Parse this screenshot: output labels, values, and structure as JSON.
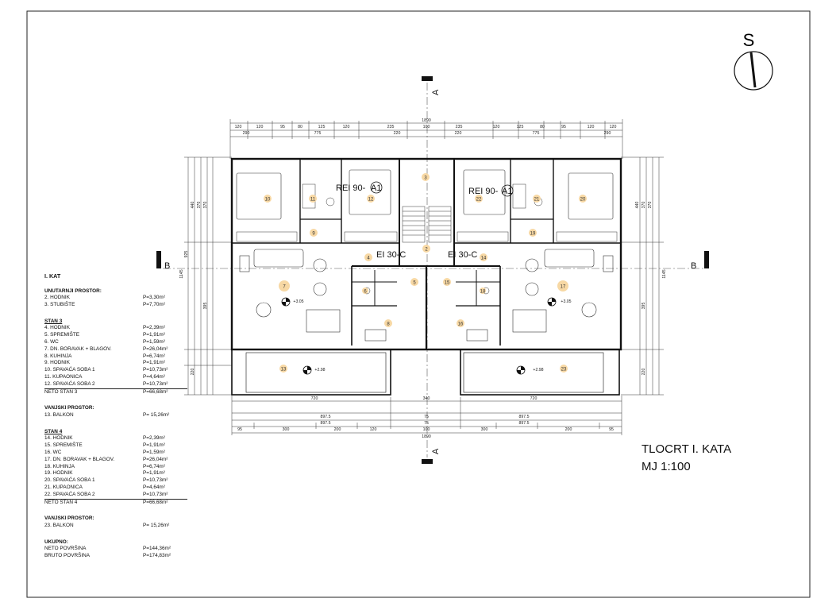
{
  "north": {
    "letter": "S"
  },
  "sections": {
    "a": "A",
    "b": "B"
  },
  "title": {
    "line1": "TLOCRT I. KATA",
    "line2": "MJ 1:100"
  },
  "fire_labels": [
    "REI 90-",
    "A1",
    "EI 30-C",
    "EI 30-C",
    "REI 90-",
    "A1"
  ],
  "rooms": [
    "10",
    "11",
    "12",
    "3",
    "22",
    "21",
    "20",
    "9",
    "2",
    "19",
    "14",
    "4",
    "5",
    "15",
    "7",
    "8",
    "16",
    "17",
    "13",
    "23",
    "6",
    "18"
  ],
  "levels": [
    "+3.05",
    "+3.05",
    "+2.98",
    "+2.98"
  ],
  "dims": {
    "top_total": "1890",
    "top_row": [
      "120",
      "120",
      "95",
      "80",
      "125",
      "120",
      "235",
      "100",
      "235",
      "120",
      "125",
      "80",
      "95",
      "120",
      "120"
    ],
    "top_row2": [
      "290",
      "775",
      "220",
      "220",
      "775",
      "290"
    ],
    "bottom_row": [
      "720",
      "340",
      "720"
    ],
    "bottom_row2": [
      "897.5",
      "75",
      "897.5",
      "897.5",
      "75",
      "897.5"
    ],
    "bottom_row3": [
      "95",
      "300",
      "200",
      "120",
      "100",
      "300",
      "200",
      "95"
    ],
    "bottom_total": "1890",
    "side_left": [
      "440",
      "370",
      "370",
      "925",
      "1145",
      "395",
      "220"
    ],
    "side_right": [
      "370",
      "370",
      "440",
      "1145",
      "395",
      "220"
    ]
  },
  "legend": {
    "title": "I. KAT",
    "groups": [
      {
        "heading": "UNUTARNJI PROSTOR:",
        "underline": false,
        "rows": [
          {
            "name": "2. HODNIK",
            "value": "P=3,30m²"
          },
          {
            "name": "3. STUBIŠTE",
            "value": "P=7,70m²"
          }
        ]
      },
      {
        "heading": "STAN 3",
        "underline": true,
        "rows": [
          {
            "name": "4. HODNIK",
            "value": "P=2,39m²"
          },
          {
            "name": "5. SPREMIŠTE",
            "value": "P=1,91m²"
          },
          {
            "name": "6. WC",
            "value": "P=1,59m²"
          },
          {
            "name": "7. DN. BORAVAK + BLAGOV.",
            "value": "P=26,04m²"
          },
          {
            "name": "8. KUHINJA",
            "value": "P=6,74m²"
          },
          {
            "name": "9. HODNIK",
            "value": "P=1,91m²"
          },
          {
            "name": "10. SPAVAĆA SOBA 1",
            "value": "P=10,73m²"
          },
          {
            "name": "11. KUPAONICA",
            "value": "P=4,64m²"
          },
          {
            "name": "12. SPAVAĆA SOBA 2",
            "value": "P=10,73m²"
          }
        ],
        "total": {
          "name": "NETO STAN 3",
          "value": "P=66,68m²"
        }
      },
      {
        "heading": "VANJSKI PROSTOR:",
        "underline": false,
        "rows": [
          {
            "name": "13. BALKON",
            "value": "P= 15,26m²"
          }
        ]
      },
      {
        "heading": "STAN 4",
        "underline": true,
        "rows": [
          {
            "name": "14. HODNIK",
            "value": "P=2,39m²"
          },
          {
            "name": "15. SPREMIŠTE",
            "value": "P=1,91m²"
          },
          {
            "name": "16. WC",
            "value": "P=1,59m²"
          },
          {
            "name": "17. DN. BORAVAK + BLAGOV.",
            "value": "P=26,04m²"
          },
          {
            "name": "18. KUHINJA",
            "value": "P=6,74m²"
          },
          {
            "name": "19. HODNIK",
            "value": "P=1,91m²"
          },
          {
            "name": "20. SPAVAĆA SOBA 1",
            "value": "P=10,73m²"
          },
          {
            "name": "21. KUPAONICA",
            "value": "P=4,64m²"
          },
          {
            "name": "22. SPAVAĆA SOBA 2",
            "value": "P=10,73m²"
          }
        ],
        "total": {
          "name": "NETO STAN 4",
          "value": "P=66,68m²"
        }
      },
      {
        "heading": "VANJSKI PROSTOR:",
        "underline": false,
        "rows": [
          {
            "name": "23. BALKON",
            "value": "P= 15,26m²"
          }
        ]
      },
      {
        "heading": "UKUPNO:",
        "underline": false,
        "rows": [
          {
            "name": "NETO POVRŠINA",
            "value": "P=144,36m²"
          },
          {
            "name": "BRUTO POVRŠINA",
            "value": "P=174,83m²"
          }
        ]
      }
    ]
  }
}
